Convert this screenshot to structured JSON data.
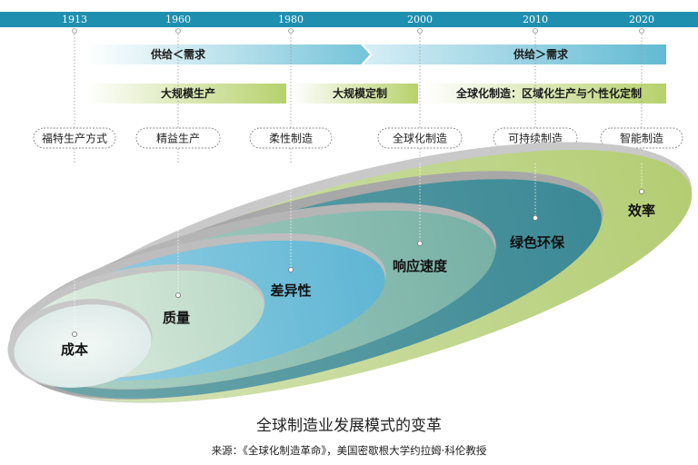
{
  "timeline": {
    "years": [
      "1913",
      "1960",
      "1980",
      "2000",
      "2010",
      "2020"
    ],
    "bar_color": "#1f8fb0"
  },
  "supply_demand": {
    "left": "供给＜需求",
    "right": "供给＞需求"
  },
  "production_modes": {
    "mass_production": "大规模生产",
    "mass_customization": "大规模定制",
    "global_manufacturing": "全球化制造：区域化生产与个性化定制"
  },
  "methods": [
    "福特生产方式",
    "精益生产",
    "柔性制造",
    "全球化制造",
    "可持续制造",
    "智能制造"
  ],
  "rings": [
    "成本",
    "质量",
    "差异性",
    "响应速度",
    "绿色环保",
    "效率"
  ],
  "caption": {
    "title": "全球制造业发展模式的变革",
    "source": "来源：《全球化制造革命》，美国密歇根大学约拉姆·科伦教授"
  }
}
